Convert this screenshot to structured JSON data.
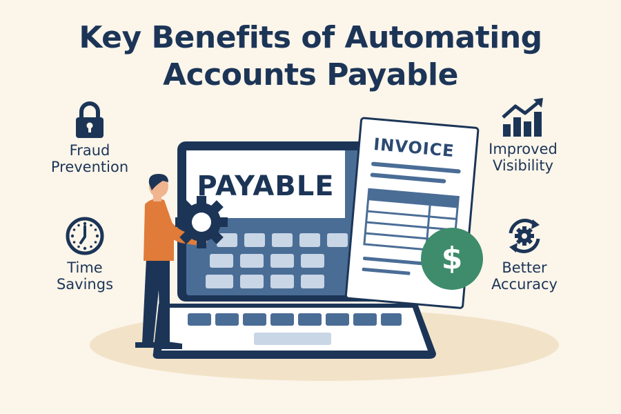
{
  "title": {
    "line1": "Key Benefits of Automating",
    "line2": "Accounts Payable"
  },
  "benefits": [
    {
      "label_line1": "Fraud",
      "label_line2": "Prevention",
      "icon": "lock-icon"
    },
    {
      "label_line1": "Time",
      "label_line2": "Savings",
      "icon": "clock-icon"
    },
    {
      "label_line1": "Improved",
      "label_line2": "Visibility",
      "icon": "bar-chart-up-icon"
    },
    {
      "label_line1": "Better",
      "label_line2": "Accuracy",
      "icon": "gear-cycle-icon"
    }
  ],
  "illustration": {
    "screen_text": "PAYABLE",
    "invoice_title": "INVOICE",
    "coin_symbol": "$"
  },
  "colors": {
    "navy": "#1c3557",
    "background": "#fbf5ea",
    "accent_orange": "#e07b39",
    "accent_green": "#3e8c6b",
    "screen_blue": "#4a6d96"
  }
}
